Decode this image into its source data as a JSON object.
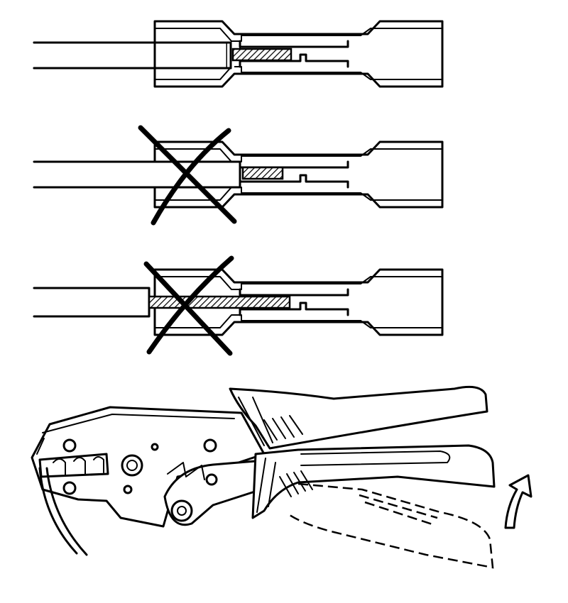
{
  "diagram": {
    "panels": [
      {
        "id": "correct",
        "status": "correct"
      },
      {
        "id": "too-short",
        "status": "incorrect"
      },
      {
        "id": "too-long",
        "status": "incorrect"
      }
    ],
    "tool": {
      "name": "crimping-pliers",
      "action": "open-handle-arrow"
    },
    "colors": {
      "line": "#000000",
      "background": "#ffffff"
    }
  }
}
